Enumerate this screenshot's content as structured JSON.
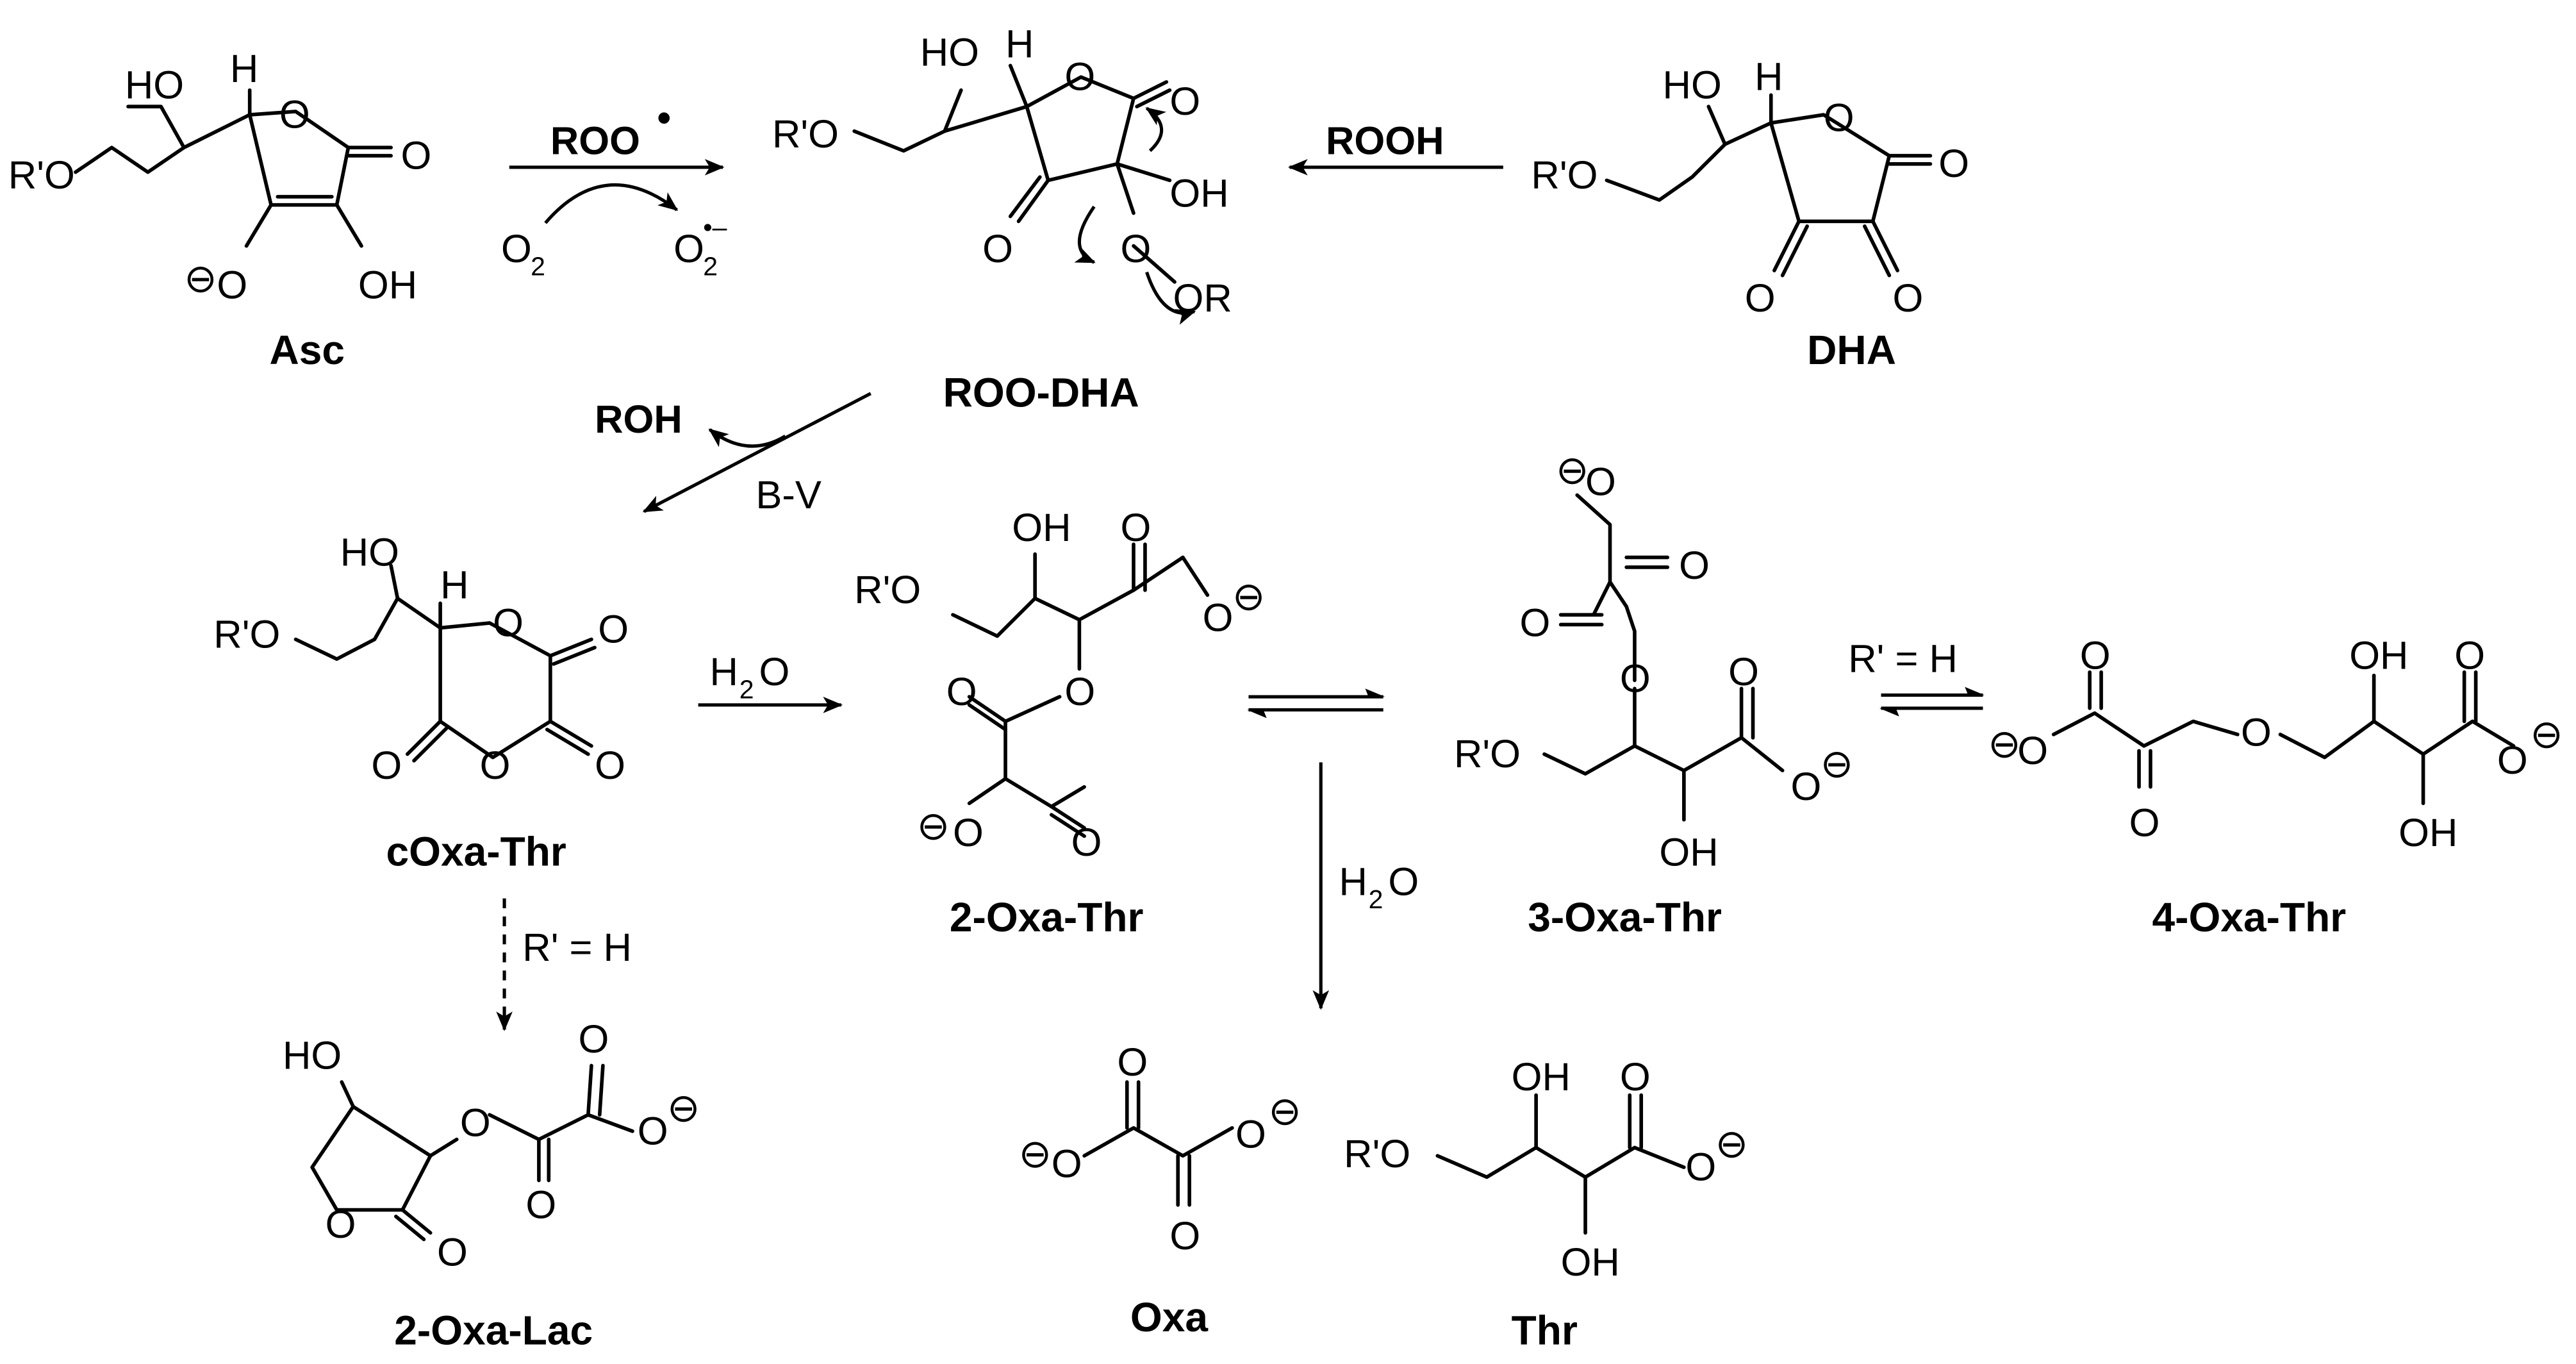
{
  "compounds": {
    "asc": "Asc",
    "roo_dha": "ROO-DHA",
    "dha": "DHA",
    "coxa_thr": "cOxa-Thr",
    "oxa2_thr": "2-Oxa-Thr",
    "oxa3_thr": "3-Oxa-Thr",
    "oxa4_thr": "4-Oxa-Thr",
    "oxa2_lac": "2-Oxa-Lac",
    "oxa": "Oxa",
    "thr": "Thr"
  },
  "reagents": {
    "roo_radical": "ROO",
    "radical_dot": "•",
    "o2": "O",
    "o2_sub": "2",
    "o2_radical": "O",
    "o2_radical_sub": "2",
    "o2_radical_sup": "•–",
    "rooh": "ROOH",
    "roh": "ROH",
    "bv": "B-V",
    "h2o_a": "H",
    "h2o_a_sub": "2",
    "h2o_a_o": "O",
    "h2o_b": "H",
    "h2o_b_sub": "2",
    "h2o_b_o": "O",
    "rh_a": "R' = H",
    "rh_b": "R' = H"
  },
  "atoms": {
    "ho": "HO",
    "oh": "OH",
    "h": "H",
    "o": "O",
    "ro": "R'O",
    "or": "OR",
    "minus": "⊖"
  }
}
